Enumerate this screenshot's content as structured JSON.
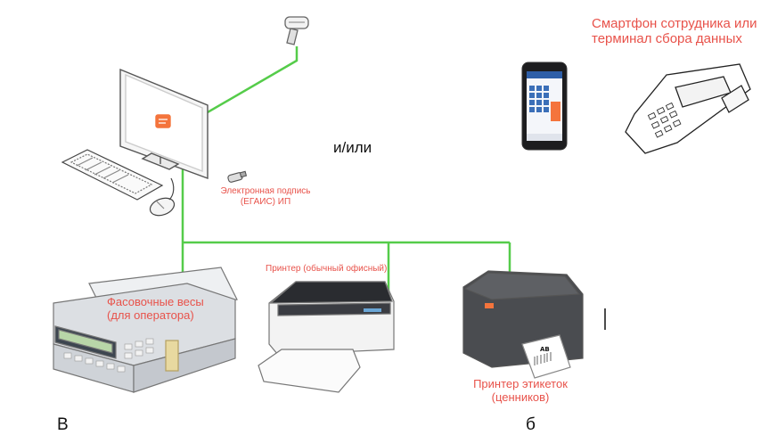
{
  "diagram": {
    "labels": {
      "smartphone_terminal": "Смартфон сотрудника или терминал сбора данных",
      "and_or": "и/или",
      "e_signature": "Электронная подпись (ЕГАИС) ИП",
      "scales": "Фасовочные весы (для оператора)",
      "office_printer": "Принтер (обычный офисный)",
      "label_printer": "Принтер этикеток (ценников)",
      "bottom_text_fragment": "В",
      "bottom_text_fragment_right": "б"
    },
    "label_printer_roll_text": "AB",
    "colors": {
      "connection_line": "#55cc4a",
      "label_text": "#e8524a",
      "accent_orange": "#f4743c"
    },
    "icons": [
      "barcode-scanner-icon",
      "monitor-icon",
      "keyboard-icon",
      "mouse-icon",
      "usb-token-icon",
      "smartphone-icon",
      "data-terminal-icon",
      "scales-icon",
      "office-printer-icon",
      "label-printer-icon"
    ]
  }
}
